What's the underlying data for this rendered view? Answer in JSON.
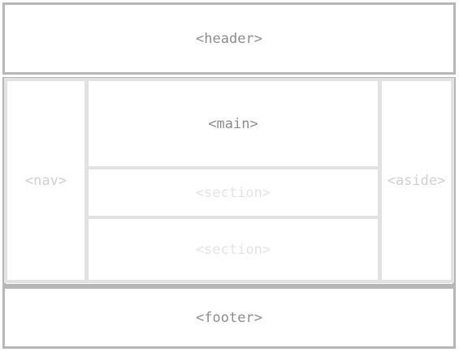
{
  "layout_diagram": {
    "header_label": "<header>",
    "nav_label": "<nav>",
    "main_label": "<main>",
    "section_1_label": "<section>",
    "section_2_label": "<section>",
    "aside_label": "<aside>",
    "footer_label": "<footer>"
  },
  "colors": {
    "outer_border": "#b7b7b7",
    "inner_border": "#e2e2e2",
    "strong_label": "#8c8c8c",
    "faint_label": "#cfcfcf",
    "faintest_label": "#e3e3e3"
  }
}
